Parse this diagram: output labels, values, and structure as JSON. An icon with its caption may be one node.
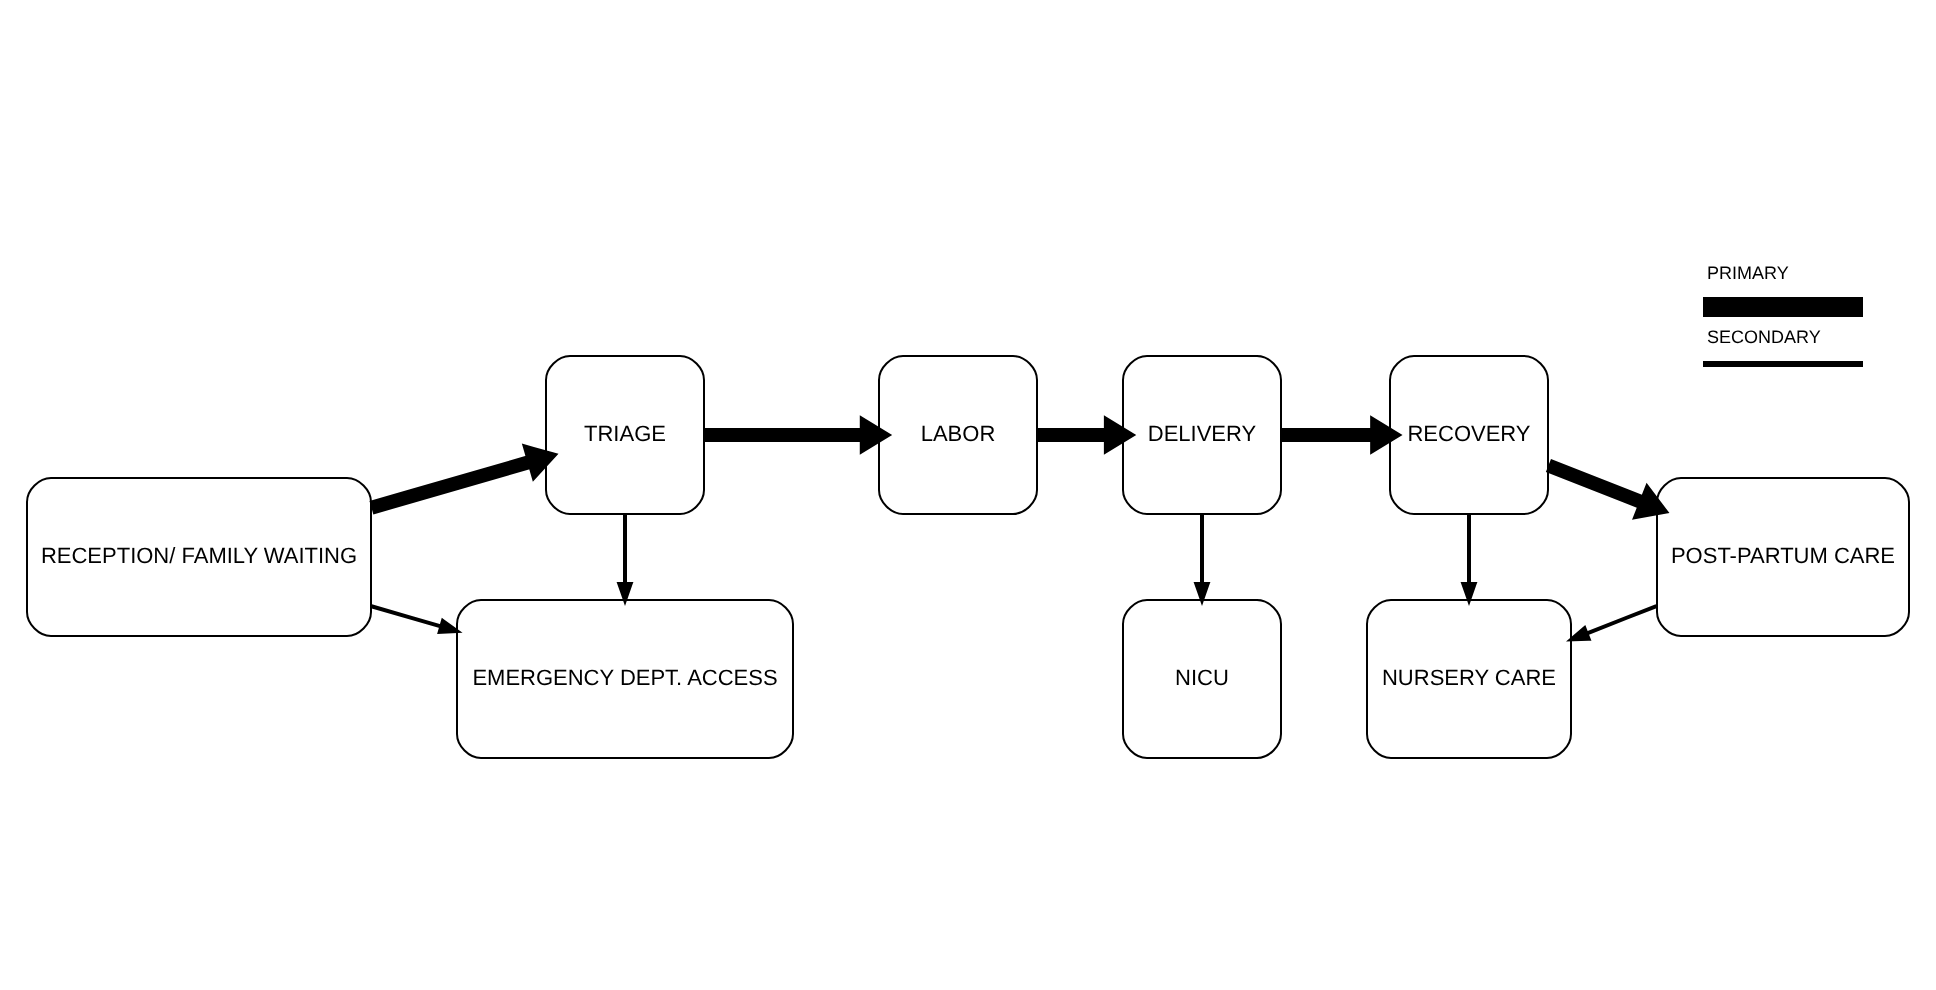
{
  "diagram": {
    "nodes": [
      {
        "text": [
          "RECEPTION/ FAMILY WAITING"
        ]
      },
      {
        "text": [
          "TRIAGE"
        ]
      },
      {
        "text": [
          "LABOR"
        ]
      },
      {
        "text": [
          "DELIVERY"
        ]
      },
      {
        "text": [
          "RECOVERY"
        ]
      },
      {
        "text": [
          "POST-PARTUM CARE"
        ]
      },
      {
        "text": [
          "NURSERY CARE"
        ]
      },
      {
        "text": [
          "EMERGENCY DEPT. ACCESS"
        ]
      },
      {
        "text": [
          "NICU"
        ]
      }
    ],
    "edges": [
      {
        "from": 0,
        "to": 1,
        "arrow": "to",
        "style": "thick"
      },
      {
        "from": 1,
        "to": 2,
        "arrow": "to",
        "style": "thick"
      },
      {
        "from": 2,
        "to": 3,
        "arrow": "to",
        "style": "thick"
      },
      {
        "from": 3,
        "to": 4,
        "arrow": "to",
        "style": "thick"
      },
      {
        "from": 4,
        "to": 5,
        "arrow": "to",
        "style": "thick"
      },
      {
        "from": 1,
        "to": 7,
        "arrow": "to"
      },
      {
        "from": 0,
        "to": 7,
        "arrow": "to"
      },
      {
        "from": 3,
        "to": 8,
        "arrow": "to"
      },
      {
        "from": 4,
        "to": 6,
        "arrow": "to"
      },
      {
        "from": 5,
        "to": 6,
        "arrow": "to"
      }
    ],
    "legend": [
      {
        "text": "PRIMARY"
      },
      {
        "text": "SECONDARY"
      }
    ]
  }
}
